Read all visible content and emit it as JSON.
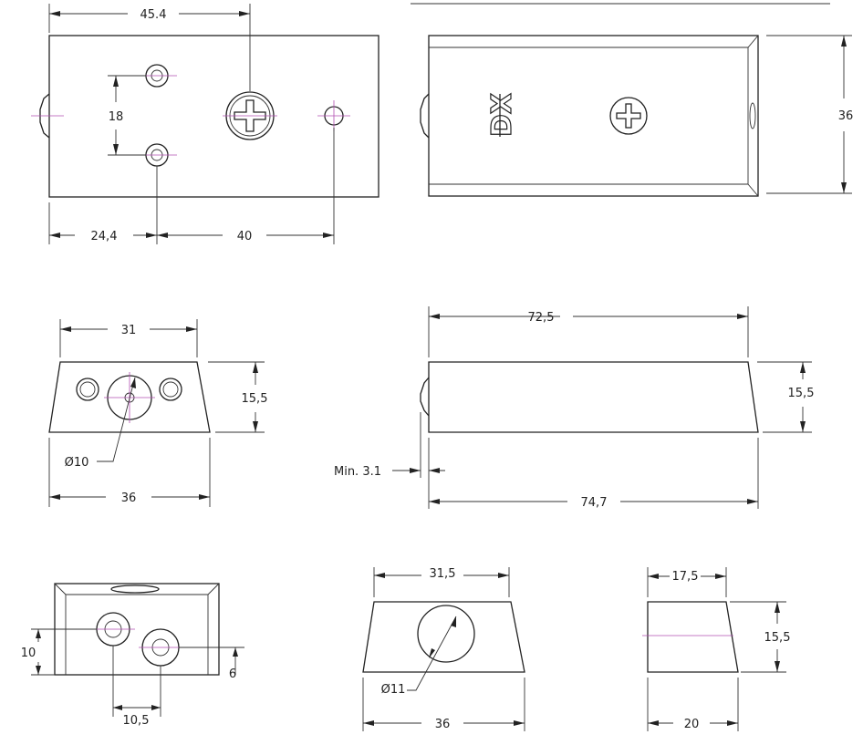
{
  "dimensions": {
    "top_left_width": "45.4",
    "top_left_hole_spacing": "18",
    "top_left_offset": "24,4",
    "top_left_span": "40",
    "top_right_height": "36",
    "front_top_width": "31",
    "front_height": "15,5",
    "front_hole_diameter": "Ø10",
    "front_bottom_width": "36",
    "side_top_length": "72,5",
    "side_height": "15,5",
    "side_min": "Min. 3.1",
    "side_bottom_length": "74,7",
    "bottom_left_vertical": "10",
    "bottom_left_offset": "6",
    "bottom_left_spacing": "10,5",
    "magnet_top_width": "31,5",
    "magnet_hole_diameter": "Ø11",
    "magnet_bottom_width": "36",
    "end_top_width": "17,5",
    "end_height": "15,5",
    "end_bottom_width": "20"
  },
  "logo": {
    "mark": "DX",
    "icon": "phillips-screw-icon"
  }
}
